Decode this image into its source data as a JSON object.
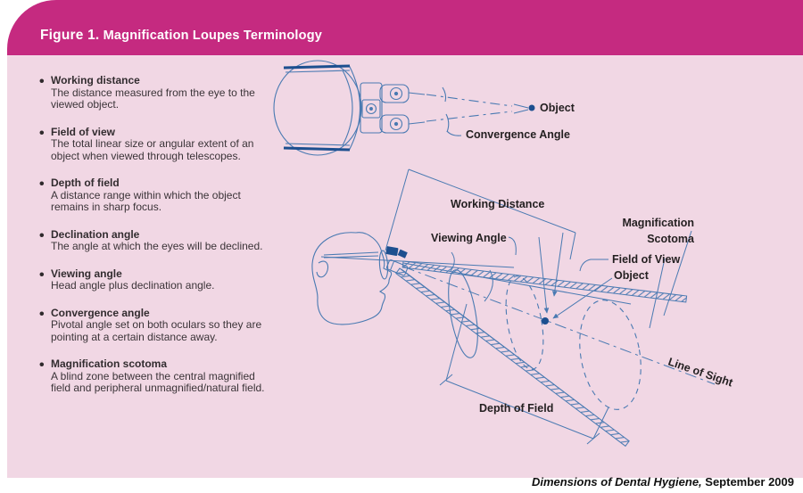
{
  "figure": {
    "label": "Figure 1.",
    "title": " Magnification Loupes Terminology"
  },
  "terms": [
    {
      "bullet": "•",
      "term": "Working distance",
      "definition": "The distance measured from the eye to the viewed object."
    },
    {
      "bullet": "•",
      "term": "Field of view",
      "definition": "The total linear size or angular extent of an object when viewed through telescopes."
    },
    {
      "bullet": "•",
      "term": "Depth of field",
      "definition": "A distance range within which the object remains in sharp focus."
    },
    {
      "bullet": "•",
      "term": "Declination angle",
      "definition": "The angle at which the eyes will be declined."
    },
    {
      "bullet": "•",
      "term": "Viewing angle",
      "definition": "Head angle plus declination angle."
    },
    {
      "bullet": "•",
      "term": "Convergence angle",
      "definition": "Pivotal angle set on both oculars so they are pointing at a certain distance away."
    },
    {
      "bullet": "•",
      "term": "Magnification scotoma",
      "definition": "A blind zone between the central magnified field and peripheral unmagnified/natural field."
    }
  ],
  "top_diagram": {
    "object_label": "Object",
    "convergence_label": "Convergence Angle"
  },
  "main_diagram": {
    "working_distance": "Working Distance",
    "viewing_angle": "Viewing Angle",
    "magnification_line1": "Magnification",
    "magnification_line2": "Scotoma",
    "field_of_view": "Field of View",
    "object": "Object",
    "line_of_sight": "Line of Sight",
    "depth_of_field": "Depth of Field"
  },
  "footer": {
    "journal": "Dimensions of Dental Hygiene,",
    "date": " September 2009"
  },
  "colors": {
    "header_magenta": "#c52a80",
    "panel_pink": "#f1d7e4",
    "diagram_blue": "#4a7ab2",
    "dark_blue": "#1d4f8f",
    "label_black": "#231f20",
    "body_text": "#3b3438"
  }
}
